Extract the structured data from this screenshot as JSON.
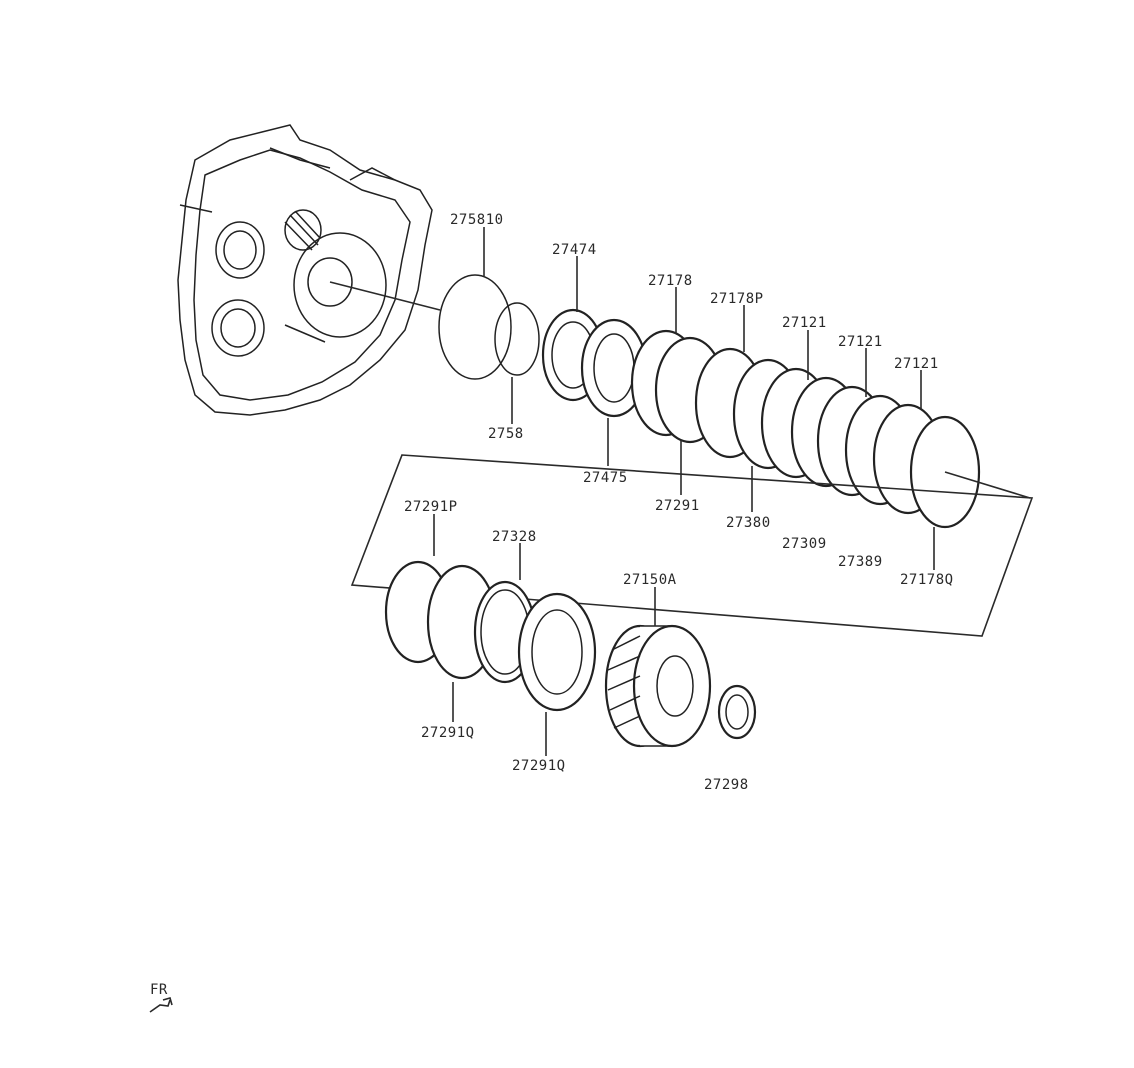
{
  "diagram": {
    "labels": [
      {
        "id": "p1",
        "text": "275810"
      },
      {
        "id": "p2",
        "text": "27474"
      },
      {
        "id": "p3",
        "text": "27178"
      },
      {
        "id": "p4",
        "text": "27178P"
      },
      {
        "id": "p5",
        "text": "27121"
      },
      {
        "id": "p6",
        "text": "27121"
      },
      {
        "id": "p7",
        "text": "27121"
      },
      {
        "id": "p8",
        "text": "2758"
      },
      {
        "id": "p9",
        "text": "27475"
      },
      {
        "id": "p10",
        "text": "27291"
      },
      {
        "id": "p11",
        "text": "27380"
      },
      {
        "id": "p12",
        "text": "27309"
      },
      {
        "id": "p13",
        "text": "27389"
      },
      {
        "id": "p14",
        "text": "27178Q"
      },
      {
        "id": "p15",
        "text": "27291P"
      },
      {
        "id": "p16",
        "text": "27328"
      },
      {
        "id": "p17",
        "text": "27150A"
      },
      {
        "id": "p18",
        "text": "27291Q"
      },
      {
        "id": "p19",
        "text": "27291Q"
      },
      {
        "id": "p20",
        "text": "27298"
      }
    ],
    "orientation_mark": "FR"
  }
}
